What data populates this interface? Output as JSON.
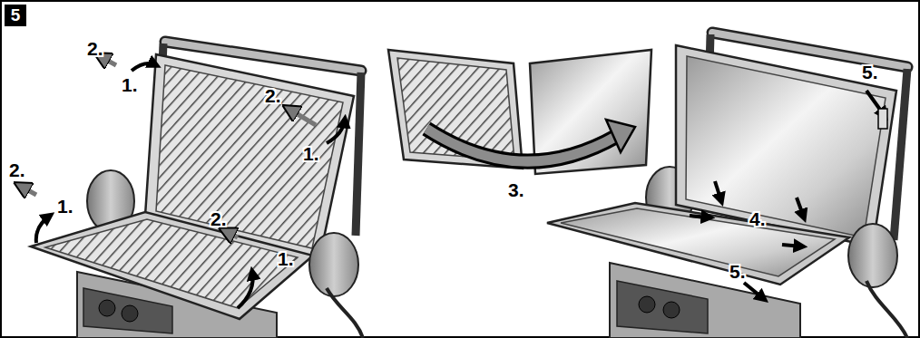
{
  "diagram": {
    "nodes": [
      {
        "text": [
          "5"
        ]
      }
    ],
    "labels": [
      "2.",
      "1.",
      "2.",
      "1.",
      "2.",
      "1.",
      "2.",
      "1.",
      "3.",
      "5.",
      "4.",
      "5."
    ]
  }
}
